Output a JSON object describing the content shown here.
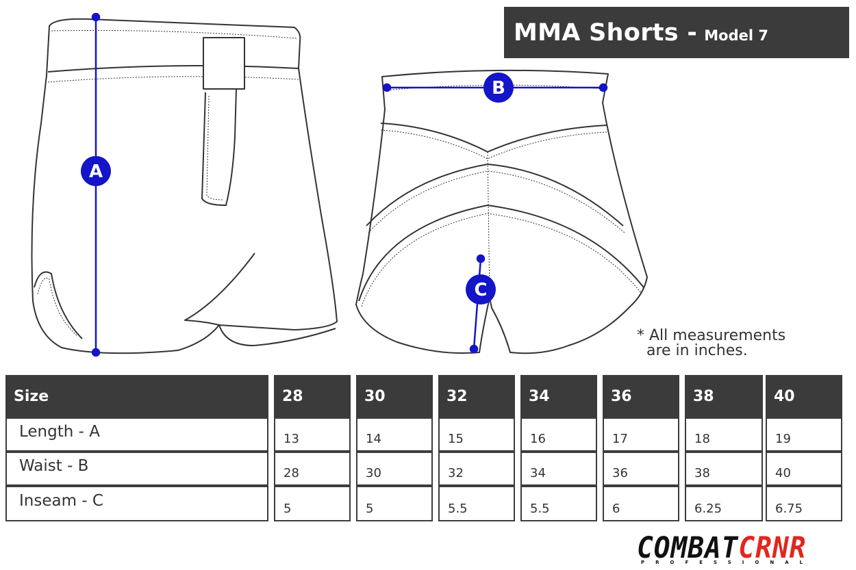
{
  "title": {
    "main": "MMA Shorts -",
    "model": "Model 7"
  },
  "markers": {
    "a": "A",
    "b": "B",
    "c": "C"
  },
  "note": "* All measurements\n  are in inches.",
  "table": {
    "header": [
      "Size",
      "28",
      "30",
      "32",
      "34",
      "36",
      "38",
      "40"
    ],
    "rows": [
      {
        "label": "Length - A",
        "values": [
          "13",
          "14",
          "15",
          "16",
          "17",
          "18",
          "19"
        ]
      },
      {
        "label": "Waist - B",
        "values": [
          "28",
          "30",
          "32",
          "34",
          "36",
          "38",
          "40"
        ]
      },
      {
        "label": "Inseam - C",
        "values": [
          "5",
          "5",
          "5.5",
          "5.5",
          "6",
          "6.25",
          "6.75"
        ]
      }
    ]
  },
  "logo": {
    "part1": "COMBAT",
    "part2": "CRNR",
    "tagline": "PROFESSIONAL"
  },
  "colors": {
    "header_bg": "#3b3b3b",
    "marker_blue": "#1414c8",
    "brand_red": "#e3261f"
  }
}
